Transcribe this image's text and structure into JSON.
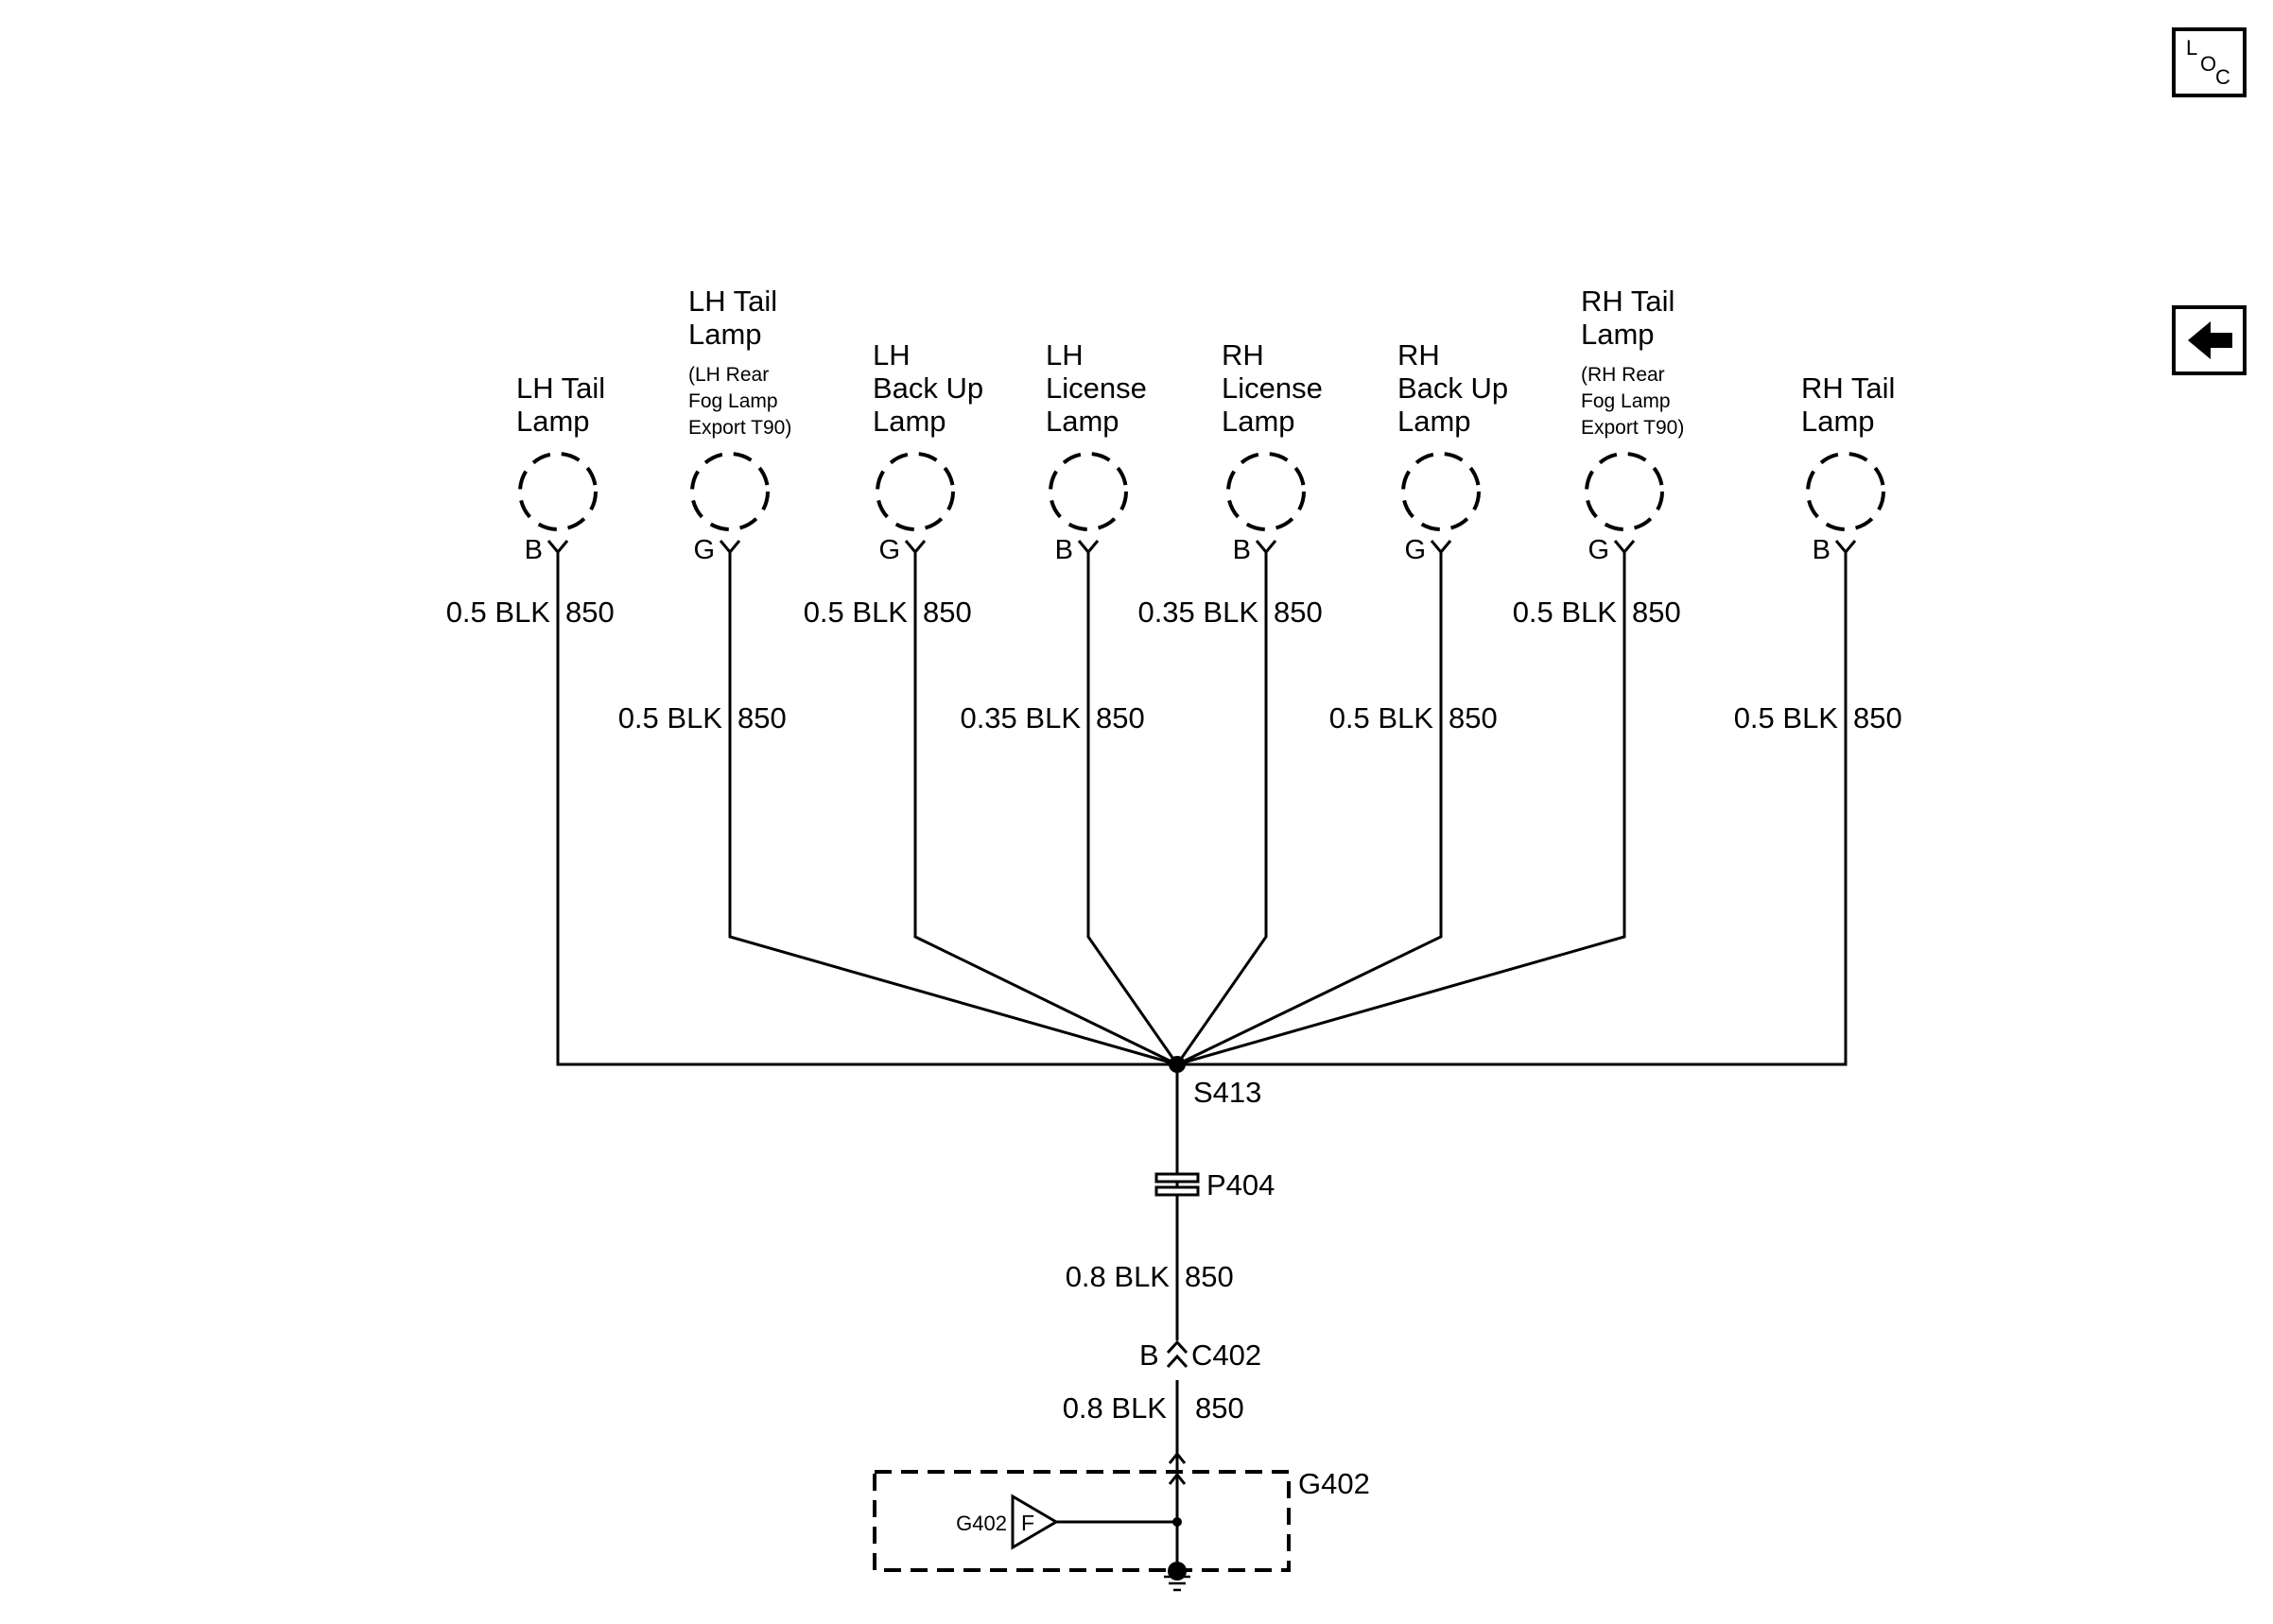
{
  "nav": {
    "loc_button": {
      "l": "L",
      "o": "O",
      "c": "C"
    },
    "back_button_icon": "left-arrow-icon"
  },
  "lamps": [
    {
      "lines": [
        "LH Tail",
        "Lamp"
      ],
      "sub": [],
      "pin": "B"
    },
    {
      "lines": [
        "LH Tail",
        "Lamp"
      ],
      "sub": [
        "(LH Rear",
        "Fog Lamp",
        "Export T90)"
      ],
      "pin": "G"
    },
    {
      "lines": [
        "LH",
        "Back Up",
        "Lamp"
      ],
      "sub": [],
      "pin": "G"
    },
    {
      "lines": [
        "LH",
        "License",
        "Lamp"
      ],
      "sub": [],
      "pin": "B"
    },
    {
      "lines": [
        "RH",
        "License",
        "Lamp"
      ],
      "sub": [],
      "pin": "B"
    },
    {
      "lines": [
        "RH",
        "Back Up",
        "Lamp"
      ],
      "sub": [],
      "pin": "G"
    },
    {
      "lines": [
        "RH Tail",
        "Lamp"
      ],
      "sub": [
        "(RH Rear",
        "Fog Lamp",
        "Export T90)"
      ],
      "pin": "G"
    },
    {
      "lines": [
        "RH Tail",
        "Lamp"
      ],
      "sub": [],
      "pin": "B"
    }
  ],
  "wires": [
    {
      "size": "0.5 BLK",
      "circuit": "850"
    },
    {
      "size": "0.5 BLK",
      "circuit": "850"
    },
    {
      "size": "0.5 BLK",
      "circuit": "850"
    },
    {
      "size": "0.35 BLK",
      "circuit": "850"
    },
    {
      "size": "0.35 BLK",
      "circuit": "850"
    },
    {
      "size": "0.5 BLK",
      "circuit": "850"
    },
    {
      "size": "0.5 BLK",
      "circuit": "850"
    },
    {
      "size": "0.5 BLK",
      "circuit": "850"
    }
  ],
  "splice": "S413",
  "pass_through": "P404",
  "trunk_wire_1": {
    "size": "0.8 BLK",
    "circuit": "850"
  },
  "connector": {
    "name": "C402",
    "pin": "B"
  },
  "trunk_wire_2": {
    "size": "0.8 BLK",
    "circuit": "850"
  },
  "ground": {
    "name": "G402",
    "ref": "G402",
    "flag": "F"
  }
}
